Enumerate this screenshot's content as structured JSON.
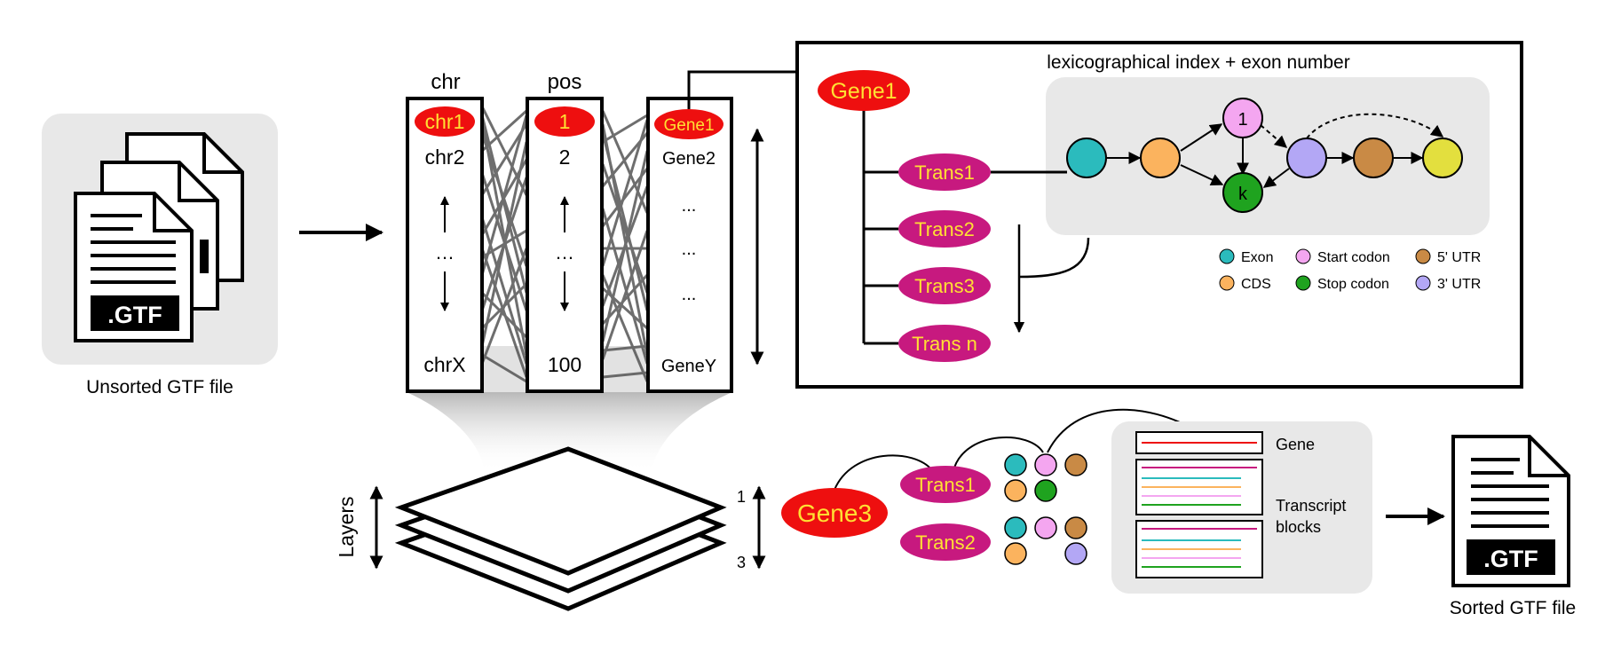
{
  "input": {
    "badge": ".GTF",
    "caption": "Unsorted GTF file"
  },
  "index_columns": {
    "chr": {
      "header": "chr",
      "first": "chr1",
      "second": "chr2",
      "ellipsis": "…",
      "last": "chrX"
    },
    "pos": {
      "header": "pos",
      "first": "1",
      "second": "2",
      "ellipsis": "…",
      "last": "100"
    },
    "gene": {
      "first": "Gene1",
      "second": "Gene2",
      "dots": [
        "...",
        "...",
        "..."
      ],
      "last": "GeneY"
    }
  },
  "layers": {
    "label": "Layers",
    "top_number": "1",
    "bottom_number": "3"
  },
  "tree": {
    "title": "lexicographical index + exon number",
    "gene": "Gene1",
    "transcripts": [
      "Trans1",
      "Trans2",
      "Trans3",
      "Trans n"
    ],
    "start_node": "1",
    "stop_node": "k"
  },
  "legend": [
    {
      "label": "Exon",
      "color": "#2bbbbd"
    },
    {
      "label": "CDS",
      "color": "#fbb35e"
    },
    {
      "label": "Start codon",
      "color": "#f4a6f0"
    },
    {
      "label": "Stop codon",
      "color": "#1fa31f"
    },
    {
      "label": "5' UTR",
      "color": "#c98a45"
    },
    {
      "label": "3' UTR",
      "color": "#b3a7f5"
    }
  ],
  "output_stage": {
    "gene": "Gene3",
    "transcripts": [
      "Trans1",
      "Trans2"
    ],
    "block_labels": {
      "gene": "Gene",
      "transcripts_line1": "Transcript",
      "transcripts_line2": "blocks"
    }
  },
  "output": {
    "badge": ".GTF",
    "caption": "Sorted GTF file"
  },
  "colors": {
    "gene_fill": "#ee0f0f",
    "gene_text": "#ffe033",
    "transcript_fill": "#c7197f",
    "transcript_text": "#ffe033",
    "panel_gray": "#e8e8e8"
  }
}
